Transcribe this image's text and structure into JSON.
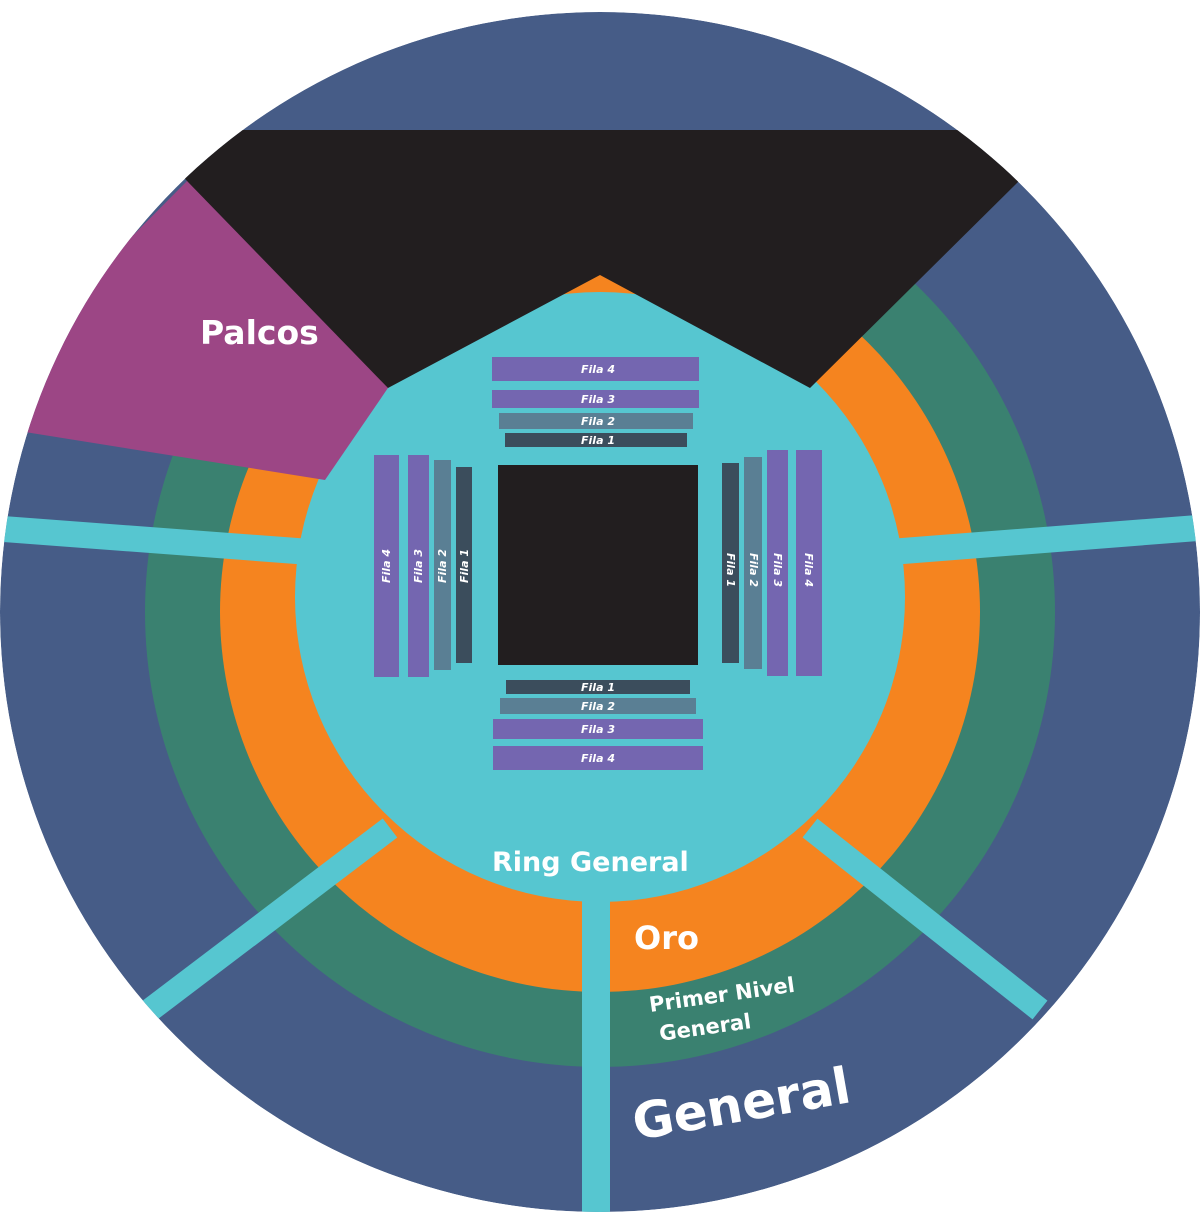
{
  "sections": {
    "palcos": "Palcos",
    "ring_general": "Ring General",
    "oro": "Oro",
    "primer_nivel_line1": "Primer Nivel",
    "primer_nivel_line2": "General",
    "general": "General"
  },
  "rows": {
    "top": [
      "Fila 4",
      "Fila 3",
      "Fila 2",
      "Fila 1"
    ],
    "bottom": [
      "Fila 1",
      "Fila 2",
      "Fila 3",
      "Fila 4"
    ],
    "left": [
      "Fila 4",
      "Fila 3",
      "Fila 2",
      "Fila 1"
    ],
    "right": [
      "Fila 1",
      "Fila 2",
      "Fila 3",
      "Fila 4"
    ]
  },
  "colors": {
    "general": "#465c87",
    "primer_nivel": "#3a8170",
    "oro": "#f5841f",
    "ring_general": "#56c6d0",
    "palcos": "#9c4685",
    "stage": "#221e1f",
    "fila_4": "#7466b0",
    "fila_3": "#7466b0",
    "fila_2": "#5a7f94",
    "fila_1": "#3b4d5c"
  }
}
